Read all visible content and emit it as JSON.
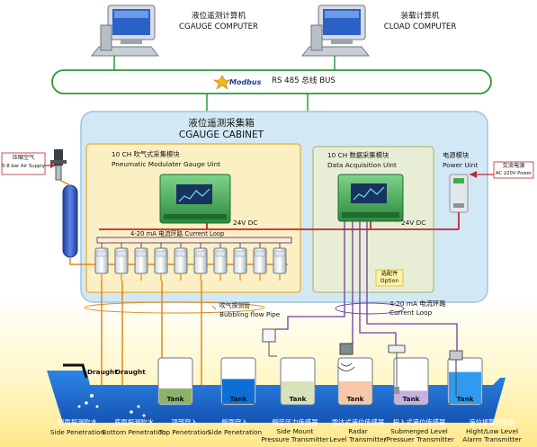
{
  "computers": {
    "cgauge_cn": "液位遥测计算机",
    "cgauge_en": "CGAUGE COMPUTER",
    "cload_cn": "装载计算机",
    "cload_en": "CLOAD COMPUTER"
  },
  "bus": {
    "brand": "Modbus",
    "label": "RS 485 总线 BUS"
  },
  "cabinet": {
    "title_cn": "液位遥测采集箱",
    "title_en": "CGAUGE CABINET"
  },
  "modules": {
    "pneumatic_cn": "10 CH 吹气式采集模块",
    "pneumatic_en": "Pneumatic Modulater Gauge Uint",
    "daq_cn": "10 CH 数据采集模块",
    "daq_en": "Data Acquisition Uint",
    "power_cn": "电源模块",
    "power_en": "Power Uint",
    "dc1": "24V DC",
    "dc2": "24V DC",
    "loop1": "4-20 mA 电流环路 Current Loop",
    "option_cn": "选配件",
    "option_en": "Option"
  },
  "supplies": {
    "air_cn": "压缩空气",
    "air_en": "5-8 bar Air Supply",
    "power_cn": "交流电源",
    "power_en": "AC 220V Power"
  },
  "pipes": {
    "bubbling_cn": "吹气探测管",
    "bubbling_en": "Bubbling flow Pipe",
    "loop2_cn": "4-20 mA 电流环路",
    "loop2_en": "Current Loop"
  },
  "draught": {
    "left": "Draught",
    "right": "Draught"
  },
  "tanks": {
    "label": "Tank",
    "fills": [
      0.35,
      0.55,
      0.5,
      0.5,
      0.3,
      0.7
    ]
  },
  "bottom_labels": [
    {
      "cn": "侧面探测吹水",
      "en": "Side Penetration"
    },
    {
      "cn": "底面探测吹水",
      "en": "Bottom Penetration"
    },
    {
      "cn": "顶部穿入",
      "en": "Top Penetration"
    },
    {
      "cn": "侧面穿入",
      "en": "Side Penetration"
    },
    {
      "cn": "侧装压力传感器",
      "en1": "Side Mount",
      "en2": "Pressure Transmitter"
    },
    {
      "cn": "雷达式液位传感器",
      "en1": "Radar",
      "en2": "Level Transmitter"
    },
    {
      "cn": "投入式液位传感器",
      "en1": "Submerged Level",
      "en2": "/Pressuer Transmitter"
    },
    {
      "cn": "液位报警传感器",
      "en1": "Hight/Low Level",
      "en2": "Alarm Transmitter"
    }
  ],
  "colors": {
    "bus_green": "#2e9a3a",
    "cabinet_bg": "#cfe6f4",
    "module_yellow": "#fbf0c4",
    "module_green": "#eaf0d6",
    "air_pipe": "#e08a17",
    "loop_purple": "#6b3fa0",
    "dc_red": "#c0282d",
    "ship_blue": "#1f6fcf",
    "sea_yellow": "#fff2a6"
  }
}
